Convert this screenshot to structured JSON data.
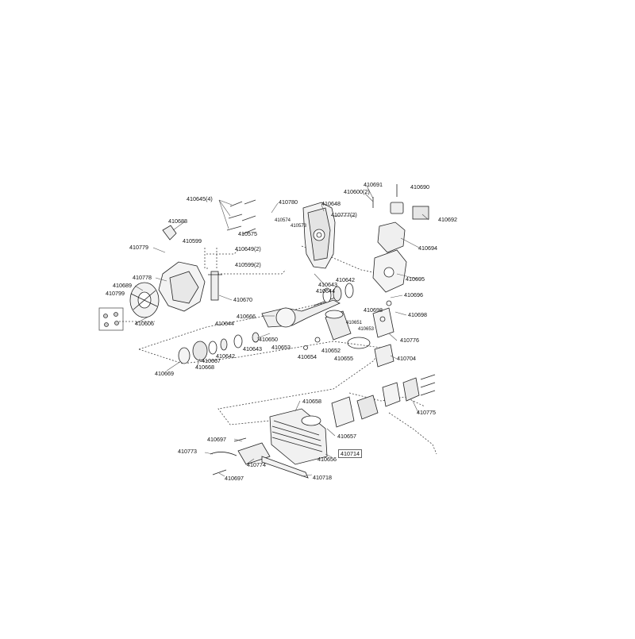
{
  "diagram": {
    "labels": {
      "p410645": "410645(4)",
      "p410780": "410780",
      "p410648": "410648",
      "p410777": "410777(2)",
      "p410691": "410691",
      "p410600": "410600(2)",
      "p410690": "410690",
      "p410692": "410692",
      "p410688": "410688",
      "p410574": "410574",
      "p410573": "410573",
      "p410575": "410575",
      "p410599a": "410599",
      "p410779": "410779",
      "p410649": "410649(2)",
      "p410599b": "410599(2)",
      "p410694": "410694",
      "p410778": "410778",
      "p410689": "410689",
      "p410799": "410799",
      "p410606": "410606",
      "p410670": "410670",
      "p410642a": "410642",
      "p410643a": "410643",
      "p410644a": "410644",
      "p410695": "410695",
      "p410696": "410696",
      "p410698a": "410698",
      "p410698b": "410698",
      "p410666": "410666",
      "p410644b": "410644",
      "p410650": "410650",
      "p410651": "410651",
      "p410653a": "410653",
      "p410776": "410776",
      "p410643b": "410643",
      "p410653b": "410653",
      "p410642b": "410642",
      "p410654": "410654",
      "p410652": "410652",
      "p410667": "410667",
      "p410655": "410655",
      "p410704": "410704",
      "p410669": "410669",
      "p410668": "410668",
      "p410658": "410658",
      "p410775": "410775",
      "p410697a": "410697",
      "p410657": "410657",
      "p410773": "410773",
      "p410714": "410714",
      "p410774": "410774",
      "p410656": "410656",
      "p410697b": "410697",
      "p410718": "410718"
    }
  }
}
